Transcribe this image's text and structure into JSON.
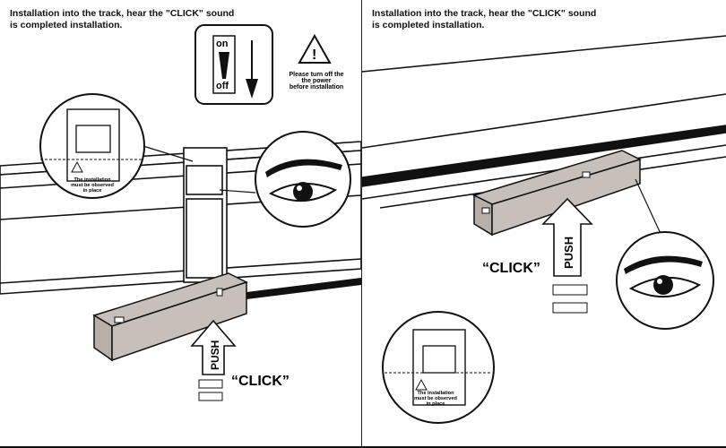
{
  "left": {
    "instruction": "Installation into the track, hear the \"CLICK\" sound\nis completed installation.",
    "switch_on": "on",
    "switch_off": "off",
    "warning": [
      "Please turn off the",
      "the power",
      "before installation"
    ],
    "inset_note": [
      "The installation",
      "must be observed",
      "in place"
    ],
    "push": "PUSH",
    "click": "“CLICK”"
  },
  "right": {
    "instruction": "Installation into the track, hear the \"CLICK\" sound\nis completed installation.",
    "inset_note": [
      "The installation",
      "must be observed",
      "in place"
    ],
    "push": "PUSH",
    "click": "“CLICK”"
  }
}
